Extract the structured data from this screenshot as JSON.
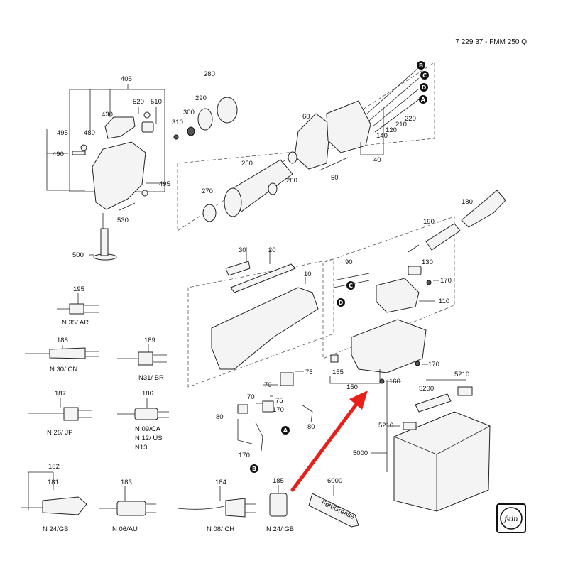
{
  "header": {
    "title": "7 229 37 - FMM 250 Q"
  },
  "parts": {
    "p405": "405",
    "p520": "520",
    "p510": "510",
    "p430": "430",
    "p480": "480",
    "p495a": "495",
    "p490": "490",
    "p495b": "495",
    "p530": "530",
    "p500": "500",
    "p280": "280",
    "p290": "290",
    "p300": "300",
    "p310": "310",
    "p60": "60",
    "p250": "250",
    "p270": "270",
    "p260": "260",
    "p50": "50",
    "p220": "220",
    "p210": "210",
    "p120": "120",
    "p140": "140",
    "p40": "40",
    "p180": "180",
    "p190": "190",
    "p30": "30",
    "p20": "20",
    "p10": "10",
    "p90": "90",
    "p130": "130",
    "p170a": "170",
    "p110": "110",
    "p195": "195",
    "p188": "188",
    "p189": "189",
    "p187": "187",
    "p186": "186",
    "p75a": "75",
    "p70a": "70",
    "p75b": "75",
    "p70b": "70",
    "p170b": "170",
    "p80a": "80",
    "p80b": "80",
    "p170c": "170",
    "p155": "155",
    "p150": "150",
    "p160": "160",
    "p170d": "170",
    "p5210a": "5210",
    "p5200": "5200",
    "p5210b": "5210",
    "p5000": "5000",
    "p182": "182",
    "p181": "181",
    "p183": "183",
    "p184": "184",
    "p185": "185",
    "p6000": "6000"
  },
  "plugs": {
    "n35ar": "N 35/ AR",
    "n30cn": "N 30/ CN",
    "n31br": "N31/ BR",
    "n26jp": "N 26/ JP",
    "n09ca": "N 09/CA",
    "n12us": "N 12/ US",
    "n13": "N13",
    "n24gb_a": "N 24/GB",
    "n06au": "N 06/AU",
    "n08ch": "N 08/ CH",
    "n24gb_b": "N 24/ GB"
  },
  "markers": {
    "A": "A",
    "B": "B",
    "C": "C",
    "D": "D"
  },
  "grease_label": "Fett/Grease",
  "logo_text": "fein",
  "colors": {
    "arrow": "#e8201a",
    "line": "#222222"
  }
}
